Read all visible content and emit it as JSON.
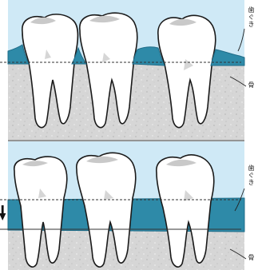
{
  "panels": [
    {
      "id": "top",
      "gum_label": "歯ぐき",
      "bone_label": "骨"
    },
    {
      "id": "bottom",
      "gum_label": "歯ぐき",
      "bone_label": "骨"
    }
  ],
  "indicator": {
    "icon": "arrow-down-icon"
  },
  "colors": {
    "sky": "#cfe9f6",
    "gum": "#2e8aa8",
    "gum_dark": "#1f6c88",
    "bone": "#d9d9d9",
    "tooth_fill": "#ffffff",
    "tooth_shade": "#c9c9c9",
    "outline": "#1a1a1a"
  }
}
